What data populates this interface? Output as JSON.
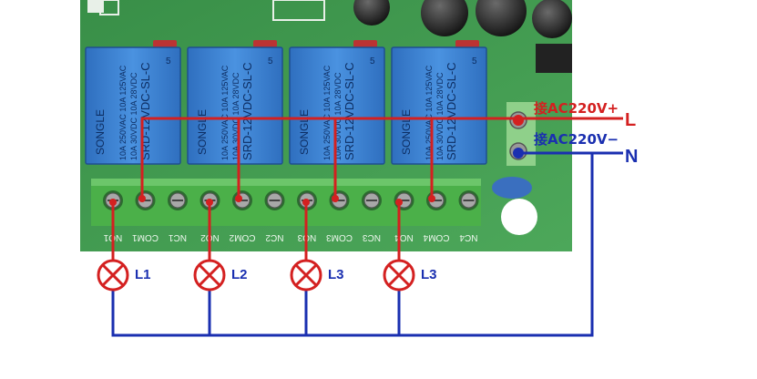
{
  "wiring": {
    "live_supply_label": "接AC220V+",
    "neutral_supply_label": "接AC220V−",
    "live_letter": "L",
    "neutral_letter": "N",
    "live_wire_color": "#d42020",
    "neutral_wire_color": "#1a2fb0"
  },
  "lamps": [
    {
      "label": "L1"
    },
    {
      "label": "L2"
    },
    {
      "label": "L3"
    },
    {
      "label": "L3"
    }
  ],
  "terminal_labels": [
    "NO1",
    "COM1",
    "NC1",
    "NO2",
    "COM2",
    "NC2",
    "NO3",
    "COM3",
    "NC3",
    "NO4",
    "COM4",
    "NC4"
  ],
  "relays": [
    {
      "brand": "SONGLE",
      "model": "SRD-12VDC-SL-C",
      "rating_1": "10A 250VAC 10A 125VAC",
      "rating_2": "10A 30VDC 10A 28VDC",
      "pin": "5"
    },
    {
      "brand": "SONGLE",
      "model": "SRD-12VDC-SL-C",
      "rating_1": "10A 250VAC 10A 125VAC",
      "rating_2": "10A 30VDC 10A 28VDC",
      "pin": "5"
    },
    {
      "brand": "SONGLE",
      "model": "SRD-12VDC-SL-C",
      "rating_1": "10A 250VAC 10A 125VAC",
      "rating_2": "10A 30VDC 10A 28VDC",
      "pin": "5"
    },
    {
      "brand": "SONGLE",
      "model": "SRD-12VDC-SL-C",
      "rating_1": "10A 250VAC 10A 125VAC",
      "rating_2": "10A 30VDC 10A 28VDC",
      "pin": "5"
    }
  ],
  "colors": {
    "pcb_green": "#3f9a4e",
    "relay_blue": "#3a7fd0",
    "terminal_green": "#4bb049",
    "lamp_red": "#d42020"
  }
}
